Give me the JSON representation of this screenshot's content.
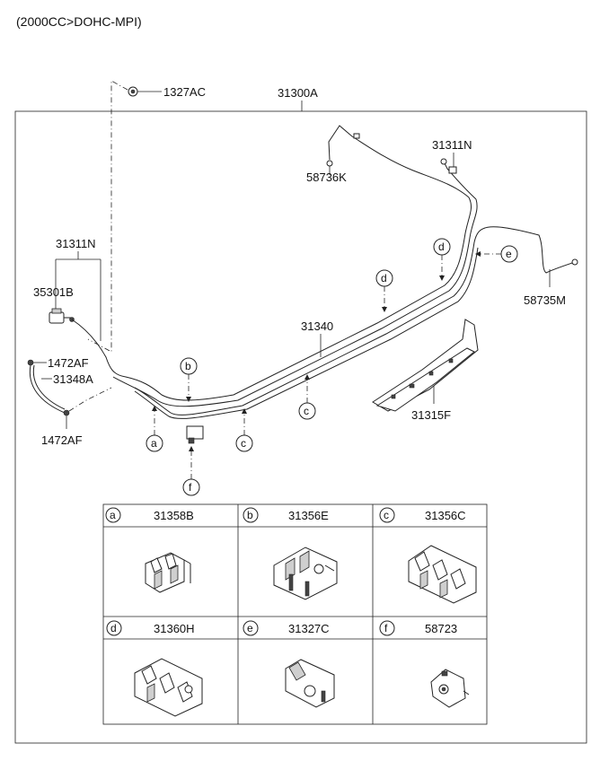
{
  "header": {
    "engine": "(2000CC>DOHC-MPI)"
  },
  "parts": {
    "p1327AC": "1327AC",
    "p31300A": "31300A",
    "p31311N_top": "31311N",
    "p58736K": "58736K",
    "p31311N_left": "31311N",
    "p35301B": "35301B",
    "p1472AF_top": "1472AF",
    "p31348A": "31348A",
    "p1472AF_bottom": "1472AF",
    "p31340": "31340",
    "p58735M": "58735M",
    "p31315F": "31315F"
  },
  "callouts": {
    "a": "a",
    "b": "b",
    "c1": "c",
    "c2": "c",
    "d1": "d",
    "d2": "d",
    "e": "e",
    "f": "f"
  },
  "table": [
    {
      "letter": "a",
      "part": "31358B"
    },
    {
      "letter": "b",
      "part": "31356E"
    },
    {
      "letter": "c",
      "part": "31356C"
    },
    {
      "letter": "d",
      "part": "31360H"
    },
    {
      "letter": "e",
      "part": "31327C"
    },
    {
      "letter": "f",
      "part": "58723"
    }
  ]
}
